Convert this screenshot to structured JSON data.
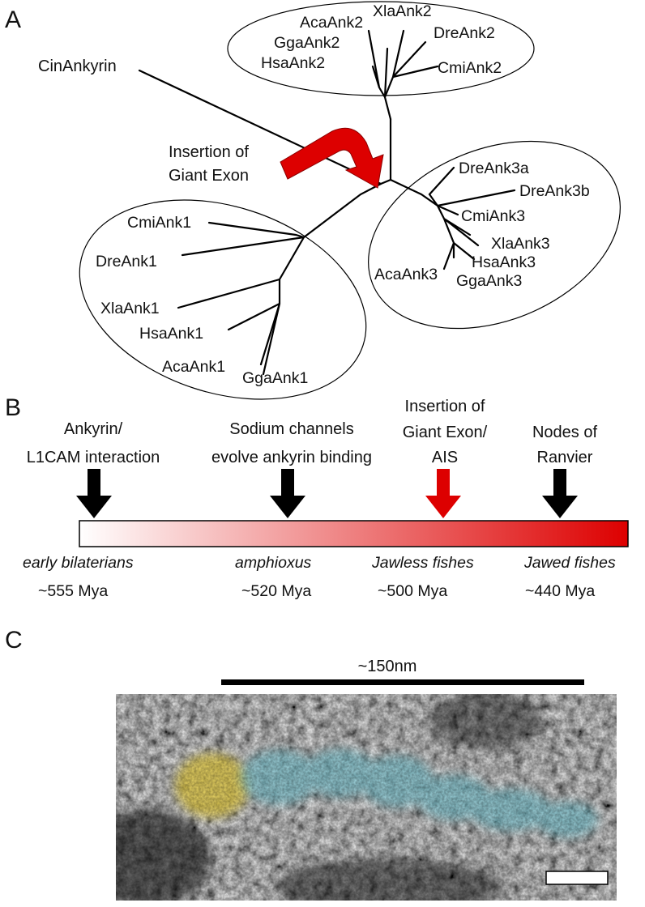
{
  "panel_a": {
    "letter": "A",
    "outgroup": "CinAnkyrin",
    "insertion_label_line1": "Insertion of",
    "insertion_label_line2": "Giant Exon",
    "ank2_leaves": [
      "AcaAnk2",
      "XlaAnk2",
      "GgaAnk2",
      "DreAnk2",
      "HsaAnk2",
      "CmiAnk2"
    ],
    "ank3_leaves": [
      "DreAnk3a",
      "DreAnk3b",
      "CmiAnk3",
      "XlaAnk3",
      "HsaAnk3",
      "AcaAnk3",
      "GgaAnk3"
    ],
    "ank1_leaves": [
      "CmiAnk1",
      "DreAnk1",
      "XlaAnk1",
      "HsaAnk1",
      "AcaAnk1",
      "GgaAnk1"
    ],
    "arrow_color": "#dd0000"
  },
  "panel_b": {
    "letter": "B",
    "events": [
      {
        "line1": "Ankyrin/",
        "line2": "L1CAM interaction",
        "line3": "",
        "color": "#000000"
      },
      {
        "line1": "Sodium channels",
        "line2": "evolve ankyrin binding",
        "line3": "",
        "color": "#000000"
      },
      {
        "line1": "Insertion of",
        "line2": "Giant Exon/",
        "line3": "AIS",
        "color": "#dd0000"
      },
      {
        "line1": "Nodes of",
        "line2": "Ranvier",
        "line3": "",
        "color": "#000000"
      }
    ],
    "periods": [
      {
        "name": "early bilaterians",
        "age": "~555 Mya"
      },
      {
        "name": "amphioxus",
        "age": "~520 Mya"
      },
      {
        "name": "Jawless fishes",
        "age": "~500 Mya"
      },
      {
        "name": "Jawed fishes",
        "age": "~440 Mya"
      }
    ],
    "gradient_start": "#ffffff",
    "gradient_end": "#dd0000"
  },
  "panel_c": {
    "letter": "C",
    "scale_label": "~150nm",
    "highlight_yellow": "#e8d050",
    "highlight_cyan": "#7ec8d4"
  }
}
